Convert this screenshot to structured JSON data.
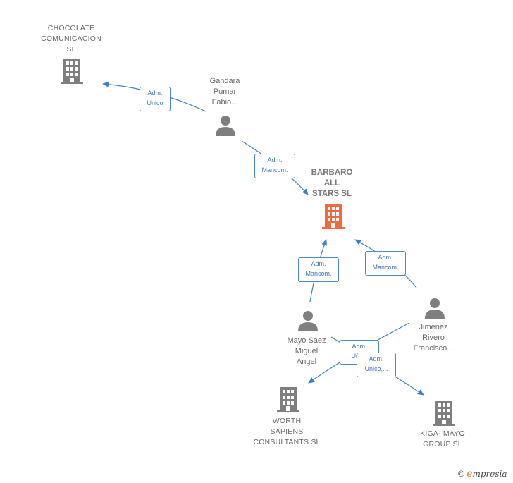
{
  "colors": {
    "edge": "#3c7ec8",
    "node": "#7f7f7f",
    "focus": "#f26a3d",
    "box_border": "#4a88c8"
  },
  "nodes": {
    "chocolate": {
      "label": "CHOCOLATE\nCOMUNICACION\nSL",
      "type": "company",
      "icon": "building-icon"
    },
    "gandara": {
      "label": "Gandara\nPumar\nFabio...",
      "type": "person",
      "icon": "person-icon"
    },
    "barbaro": {
      "label": "BARBARO\nALL\nSTARS  SL",
      "type": "company-focus",
      "icon": "building-icon"
    },
    "mayo": {
      "label": "Mayo Saez\nMiguel\nAngel",
      "type": "person",
      "icon": "person-icon"
    },
    "jimenez": {
      "label": "Jimenez\nRivero\nFrancisco...",
      "type": "person",
      "icon": "person-icon"
    },
    "worth": {
      "label": "WORTH\nSAPIENS\nCONSULTANTS SL",
      "type": "company",
      "icon": "building-icon"
    },
    "kiga": {
      "label": "KIGA- MAYO\nGROUP  SL",
      "type": "company",
      "icon": "building-icon"
    }
  },
  "relations": {
    "gandara_chocolate": "Adm.\nUnico",
    "gandara_barbaro": "Adm.\nMancom.",
    "mayo_barbaro": "Adm.\nMancom.",
    "jimenez_barbaro": "Adm.\nMancom.",
    "mayo_worth": "Adm.\nUnico",
    "mayo_kiga": "Adm.\nUnico,..."
  },
  "footer": {
    "copyright": "©",
    "brand_initial": "e",
    "brand_rest": "mpresia"
  }
}
